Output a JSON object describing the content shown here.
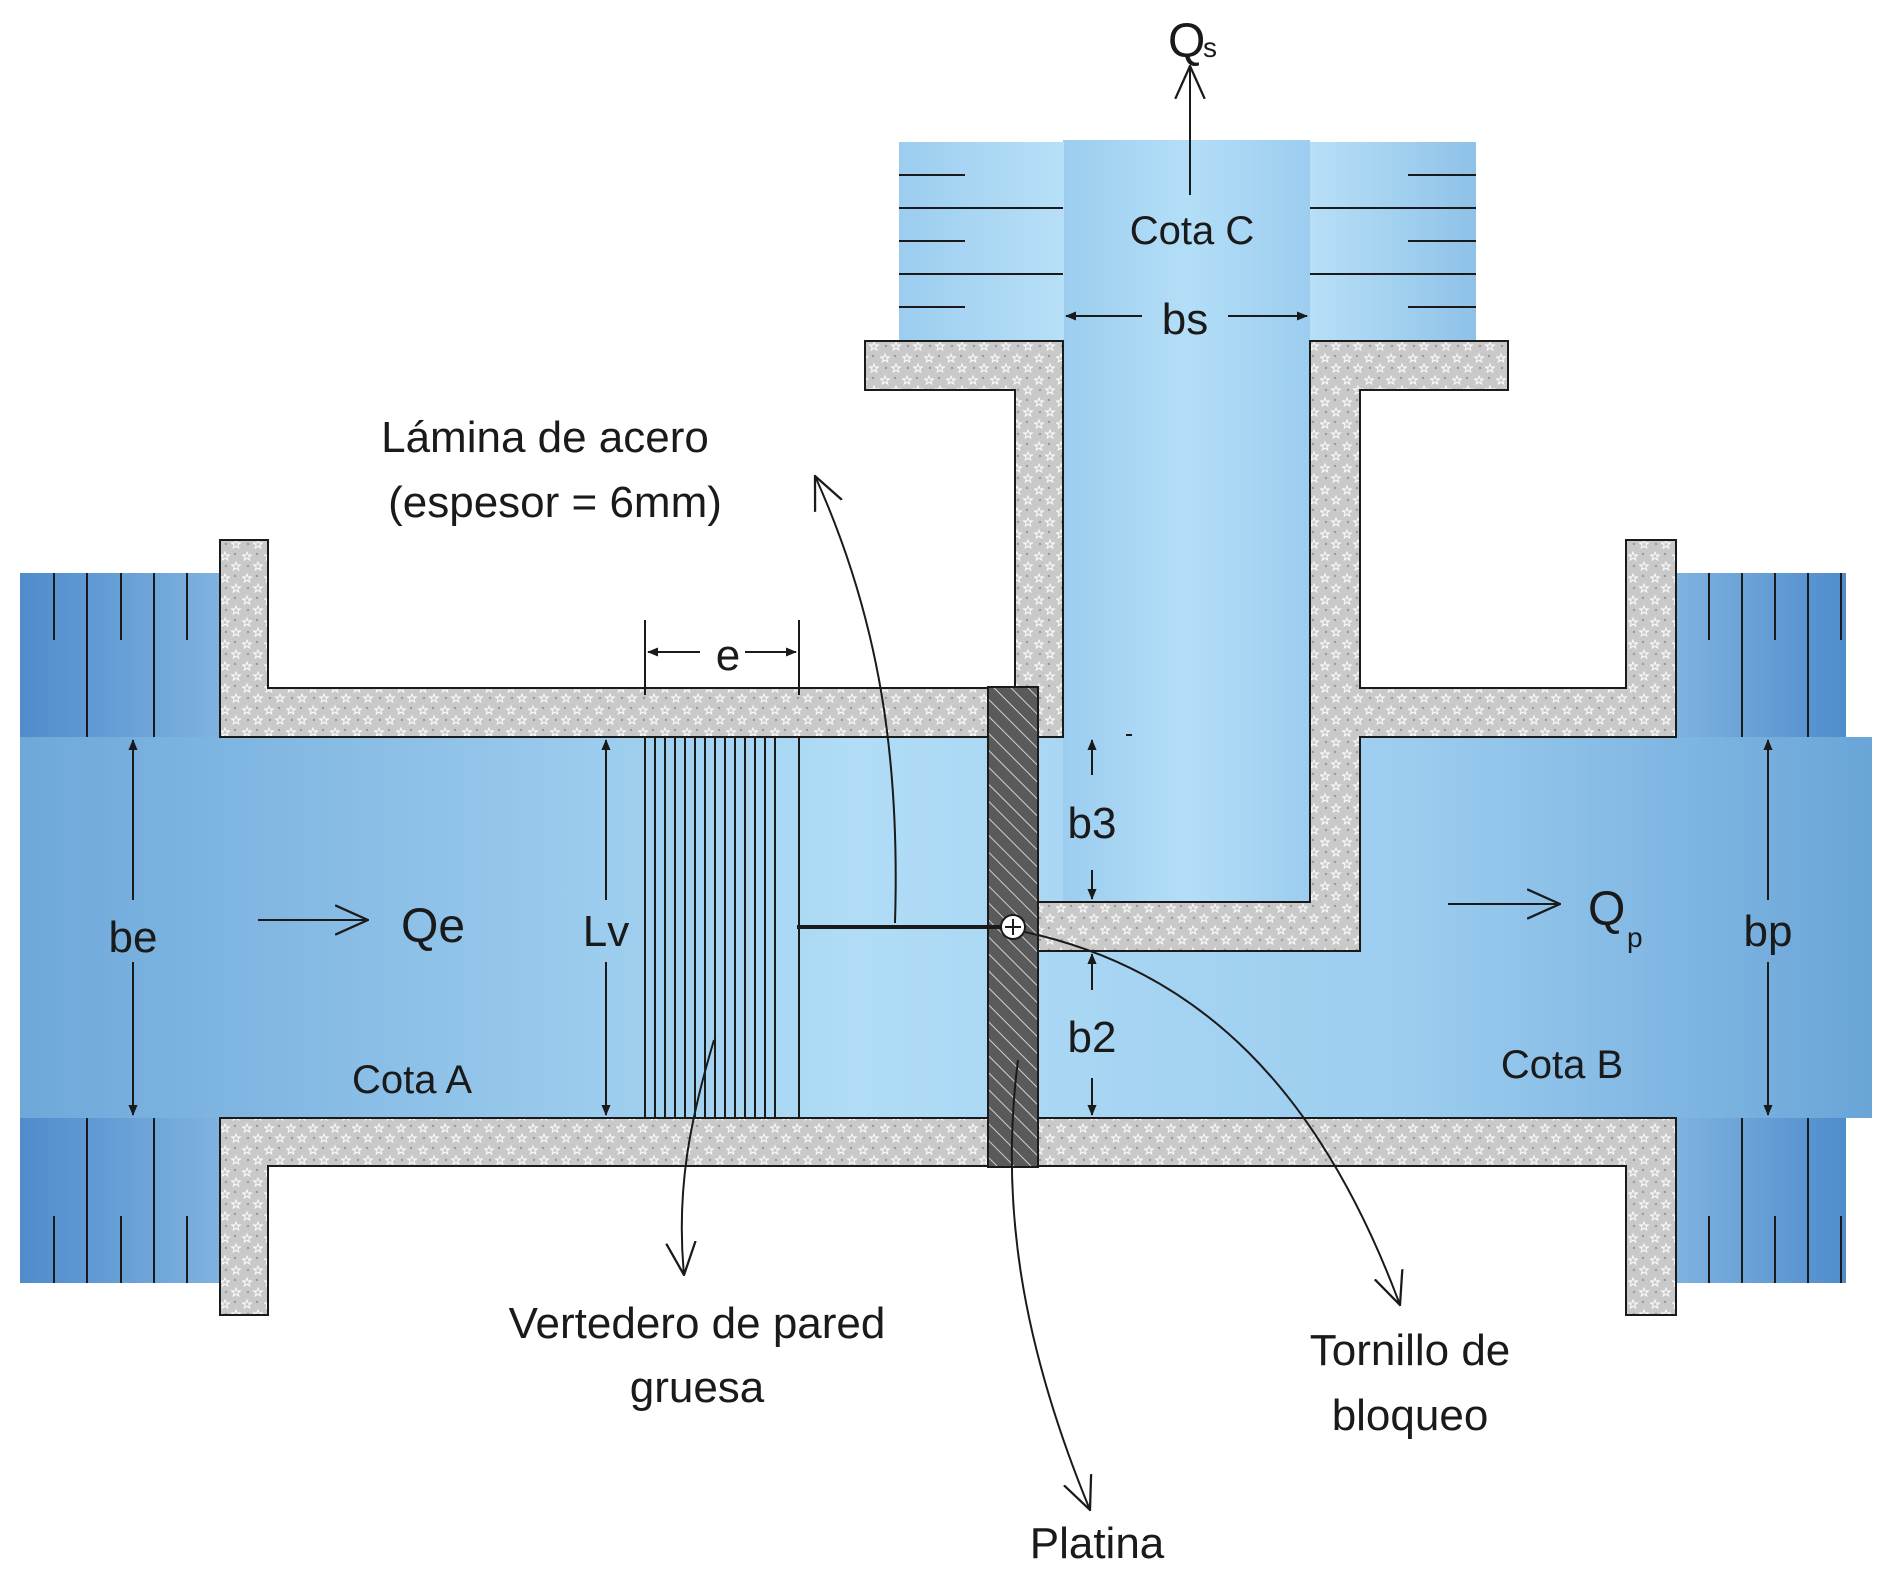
{
  "labels": {
    "qs": "Q",
    "qs_sub": "s",
    "cota_c": "Cota C",
    "bs": "bs",
    "lamina_line1": "Lámina de acero",
    "lamina_line2": "(espesor = 6mm)",
    "e": "e",
    "b3": "b3",
    "be": "be",
    "qe": "Qe",
    "lv": "Lv",
    "qp": "Q",
    "qp_sub": "p",
    "bp": "bp",
    "b2": "b2",
    "cota_a": "Cota A",
    "cota_b": "Cota B",
    "vertedero_line1": "Vertedero de pared",
    "vertedero_line2": "gruesa",
    "tornillo_line1": "Tornillo de",
    "tornillo_line2": "bloqueo",
    "platina": "Platina"
  },
  "colors": {
    "water_light": "#aedaf5",
    "water_mid": "#8fc2e8",
    "water_dark": "#6aa5d8",
    "wall": "#c8c8c8",
    "plate": "#555555",
    "ink": "#1a1a1a"
  }
}
